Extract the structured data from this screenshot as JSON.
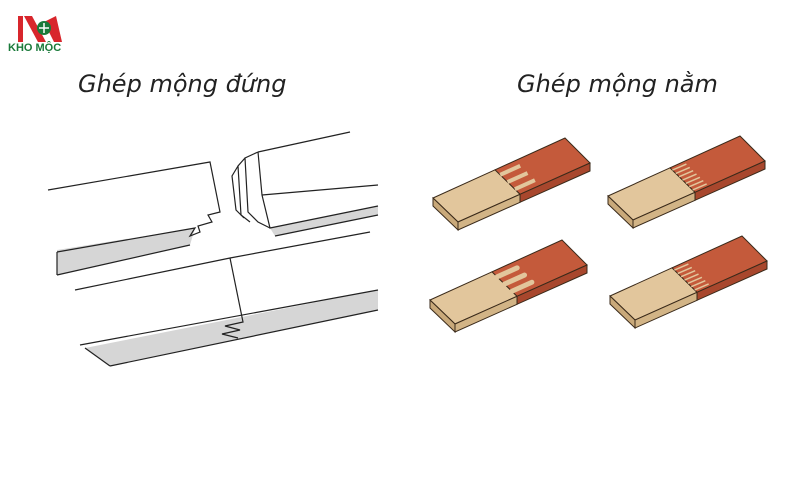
{
  "logo": {
    "text": "KHO MỘC"
  },
  "left": {
    "title": "Ghép mộng đứng"
  },
  "right": {
    "title": "Ghép mộng nằm"
  },
  "colors": {
    "light_wood": "#e2c69c",
    "dark_wood": "#c45a3b",
    "gray_band": "#d6d6d6",
    "logo_red": "#d8262c",
    "logo_green": "#1a7a3a"
  },
  "blocks": [
    {
      "joint": "straight-fingers"
    },
    {
      "joint": "zigzag-fingers"
    },
    {
      "joint": "rounded-fingers"
    },
    {
      "joint": "fine-zigzag-fingers"
    }
  ]
}
